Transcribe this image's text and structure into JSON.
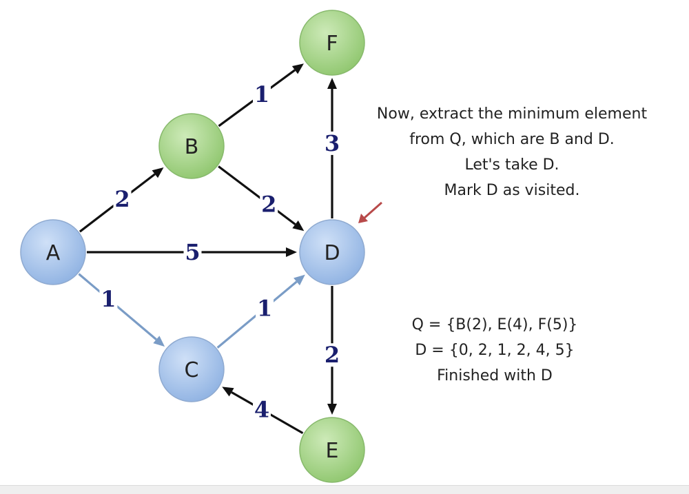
{
  "graph": {
    "nodes": [
      {
        "id": "A",
        "label": "A",
        "color": "blue"
      },
      {
        "id": "B",
        "label": "B",
        "color": "green"
      },
      {
        "id": "C",
        "label": "C",
        "color": "blue"
      },
      {
        "id": "D",
        "label": "D",
        "color": "blue"
      },
      {
        "id": "E",
        "label": "E",
        "color": "green"
      },
      {
        "id": "F",
        "label": "F",
        "color": "green"
      }
    ],
    "edges": [
      {
        "from": "A",
        "to": "B",
        "weight": "2",
        "color": "#111111"
      },
      {
        "from": "B",
        "to": "F",
        "weight": "1",
        "color": "#111111"
      },
      {
        "from": "B",
        "to": "D",
        "weight": "2",
        "color": "#111111"
      },
      {
        "from": "A",
        "to": "D",
        "weight": "5",
        "color": "#111111"
      },
      {
        "from": "A",
        "to": "C",
        "weight": "1",
        "color": "#7a9cc6"
      },
      {
        "from": "C",
        "to": "D",
        "weight": "1",
        "color": "#7a9cc6"
      },
      {
        "from": "D",
        "to": "F",
        "weight": "3",
        "color": "#111111"
      },
      {
        "from": "D",
        "to": "E",
        "weight": "2",
        "color": "#111111"
      },
      {
        "from": "E",
        "to": "C",
        "weight": "4",
        "color": "#111111"
      }
    ],
    "current_node": "D",
    "pointer_color": "#b84a4a"
  },
  "colors": {
    "blue_fill": "#a9c6ec",
    "blue_stroke": "#8faad0",
    "green_fill": "#a7d68a",
    "green_stroke": "#87b96c",
    "weight_text": "#1a1f6e"
  },
  "notes": {
    "step": [
      "Now, extract the minimum element",
      "from Q, which are B and D.",
      "Let's take D.",
      "Mark D as visited."
    ],
    "state": [
      "Q = {B(2), E(4), F(5)}",
      "D = {0, 2, 1, 2, 4, 5}",
      "Finished with D"
    ]
  }
}
